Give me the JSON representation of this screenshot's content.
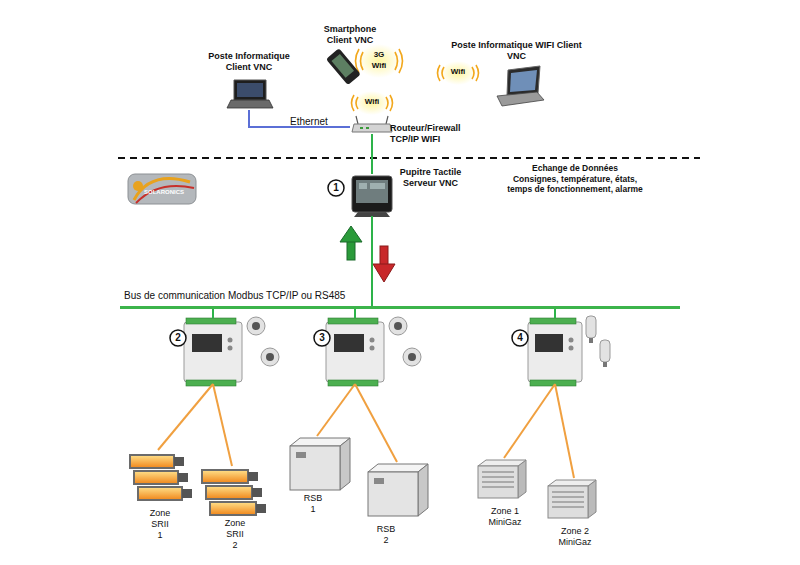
{
  "diagram": {
    "nodes": [
      {
        "text": [
          "Poste Informatique Client VNC"
        ]
      },
      {
        "text": [
          "Smartphone Client VNC"
        ]
      },
      {
        "text": [
          "Poste Informatique WIFI Client VNC"
        ]
      },
      {
        "text": [
          "Routeur/Firewall TCP/IP WIFI"
        ]
      },
      {
        "text": [
          "1",
          "Pupitre Tactile Serveur VNC"
        ]
      },
      {
        "text": [
          "Bus de communication Modbus TCP/IP ou RS485"
        ]
      },
      {
        "text": [
          "2"
        ]
      },
      {
        "text": [
          "3"
        ]
      },
      {
        "text": [
          "4"
        ]
      },
      {
        "text": [
          "Zone SRII 1"
        ]
      },
      {
        "text": [
          "Zone SRII 2"
        ]
      },
      {
        "text": [
          "RSB 1"
        ]
      },
      {
        "text": [
          "RSB 2"
        ]
      },
      {
        "text": [
          "Zone 1 MiniGaz"
        ]
      },
      {
        "text": [
          "Zone 2 MiniGaz"
        ]
      }
    ],
    "edges": [
      {
        "from": 0,
        "to": 3,
        "label": "Ethernet",
        "arrow": "none"
      },
      {
        "from": 3,
        "to": 4,
        "arrow": "none"
      },
      {
        "from": 4,
        "to": 5,
        "arrow": "none"
      },
      {
        "from": 5,
        "to": 6,
        "arrow": "none"
      },
      {
        "from": 5,
        "to": 7,
        "arrow": "none"
      },
      {
        "from": 5,
        "to": 8,
        "arrow": "none"
      },
      {
        "from": 6,
        "to": 9,
        "arrow": "none"
      },
      {
        "from": 6,
        "to": 10,
        "arrow": "none"
      },
      {
        "from": 7,
        "to": 11,
        "arrow": "none"
      },
      {
        "from": 7,
        "to": 12,
        "arrow": "none"
      },
      {
        "from": 8,
        "to": 13,
        "arrow": "none"
      },
      {
        "from": 8,
        "to": 14,
        "arrow": "none"
      }
    ],
    "labels": [
      "3G",
      "Wifi",
      "Wifi",
      "Wifi",
      "SOLARONICS",
      "Echange de Données",
      "Consignes, température, états, temps de fonctionnement, alarme"
    ]
  }
}
